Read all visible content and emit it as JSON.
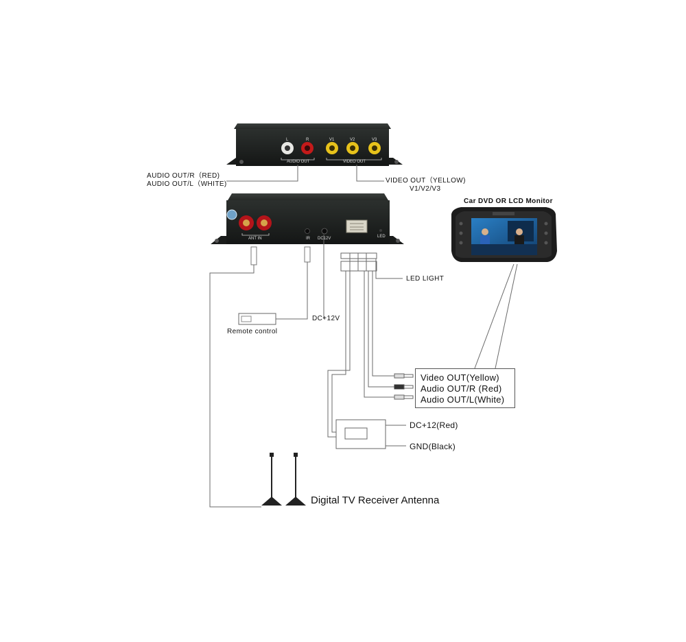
{
  "labels": {
    "audio_out_r": "AUDIO OUT/R（RED)",
    "audio_out_l": "AUDIO OUT/L（WHITE)",
    "video_out": "VIDEO OUT（YELLOW)",
    "video_out_channels": "V1/V2/V3",
    "monitor_title": "Car DVD OR LCD Monitor",
    "led_light": "LED LIGHT",
    "dc12v": "DC+12V",
    "remote_control": "Remote control",
    "dc12_red": "DC+12(Red)",
    "gnd_black": "GND(Black)",
    "antenna": "Digital TV Receiver Antenna"
  },
  "output_box": {
    "video_out": "Video OUT(Yellow)",
    "audio_out_r": "Audio OUT/R (Red)",
    "audio_out_l": "Audio OUT/L(White)"
  },
  "device_top_labels": {
    "l": "L",
    "r": "R",
    "v1": "V1",
    "v2": "V2",
    "v3": "V3",
    "audio_out": "AUDIO OUT",
    "video_out": "VIDEO OUT"
  },
  "device_front_labels": {
    "ant_in": "ANT IN",
    "ir": "IR",
    "dc12v": "DC12V",
    "led": "LED"
  },
  "colors": {
    "device_body": "#1e2120",
    "rca_white": "#e8e8e4",
    "rca_red": "#c41a1a",
    "rca_yellow": "#e7c21b",
    "line": "#6a6a6a",
    "screen": "#1d5e9a"
  }
}
